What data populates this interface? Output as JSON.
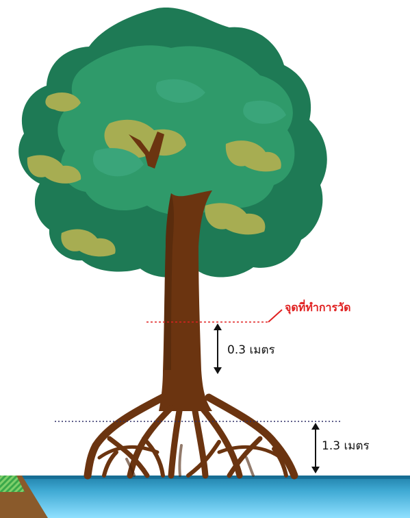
{
  "labels": {
    "measuring_point": "จุดที่ทำการวัด",
    "upper_height": "0.3 เมตร",
    "lower_height": "1.3 เมตร"
  },
  "colors": {
    "trunk": "#6b3410",
    "trunk_dark": "#4a230a",
    "foliage_dark": "#1e7a55",
    "foliage_mid": "#2f9a6a",
    "foliage_light": "#a7ad52",
    "water_top": "#1f7fa8",
    "water_bottom": "#8fe0ff",
    "soil": "#8a5a2b",
    "grass": "#3aa84a",
    "measure_line": "#e02020",
    "reference_line": "#2b2b66",
    "arrow": "#111111"
  },
  "icons": {
    "tree": "mangrove-tree",
    "water": "water-surface",
    "bank": "soil-bank"
  }
}
